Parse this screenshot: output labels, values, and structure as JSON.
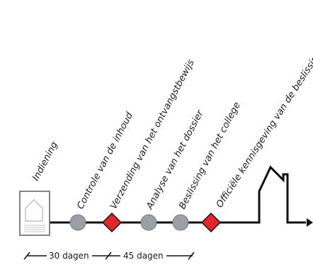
{
  "steps": [
    {
      "label": "Indiening",
      "kind": "document"
    },
    {
      "label": "Controle van de inhoud",
      "kind": "circle"
    },
    {
      "label": "Verzending van het ontvangstbewijs",
      "kind": "diamond"
    },
    {
      "label": "Analyse van het dossier",
      "kind": "circle"
    },
    {
      "label": "Beslissing van het college",
      "kind": "circle"
    },
    {
      "label": "Officiële kennisgeving van de beslissing",
      "kind": "diamond"
    }
  ],
  "durations": [
    {
      "label": "30 dagen"
    },
    {
      "label": "45 dagen"
    }
  ],
  "colors": {
    "line": "#111111",
    "circle": "#9aa0a6",
    "diamond": "#e3262b",
    "document_fill": "#ffffff",
    "document_stroke": "#666666"
  }
}
